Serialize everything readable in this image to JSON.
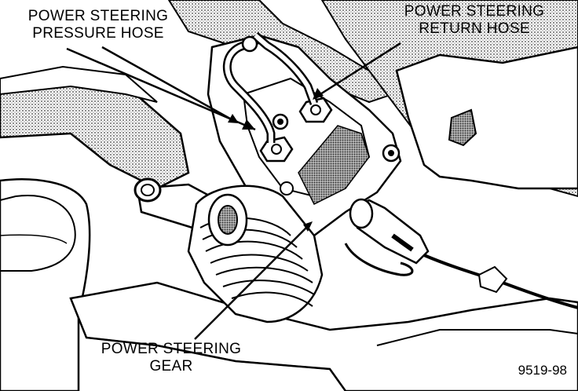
{
  "labels": {
    "pressure_hose": [
      "POWER STEERING",
      "PRESSURE HOSE"
    ],
    "return_hose": [
      "POWER STEERING",
      "RETURN HOSE"
    ],
    "gear": [
      "POWER STEERING",
      "GEAR"
    ]
  },
  "figure_number": "9519-98",
  "colors": {
    "ink": "#000000",
    "paper": "#ffffff",
    "shade": "#8a8a8a"
  }
}
